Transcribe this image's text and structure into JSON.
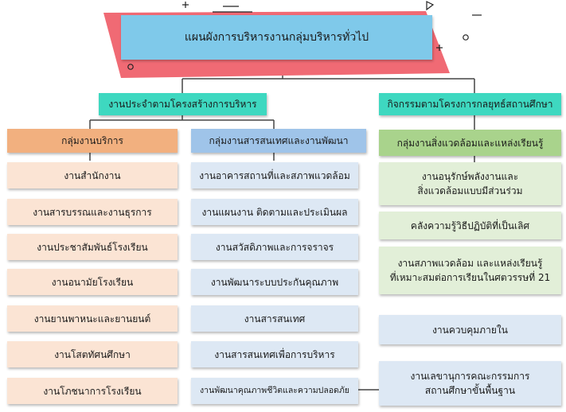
{
  "title": "แผนผังการบริหารงานกลุ่มบริหารทั่วไป",
  "branches": {
    "structure": "งานประจำตามโครงสร้างการบริหาร",
    "strategy": "กิจกรรมตามโครงการกลยุทธ์สถานศึกษา"
  },
  "groups": {
    "admin": {
      "header": "กลุ่มงานบริการ",
      "items": [
        "งานสำนักงาน",
        "งานสารบรรณและงานธุรการ",
        "งานประชาสัมพันธ์โรงเรียน",
        "งานอนามัยโรงเรียน",
        "งานยานพาหนะและยานยนต์",
        "งานโสตทัศนศึกษา",
        "งานโภชนาการโรงเรียน"
      ]
    },
    "info": {
      "header": "กลุ่มงานสารสนเทศและงานพัฒนา",
      "items": [
        "งานอาคารสถานที่และสภาพแวดล้อม",
        "งานแผนงาน ติดตามและประเมินผล",
        "งานสวัสดิภาพและการจราจร",
        "งานพัฒนาระบบประกันคุณภาพ",
        "งานสารสนเทศ",
        "งานสารสนเทศเพื่อการบริหาร",
        "งานพัฒนาคุณภาพชีวิตและความปลอดภัย"
      ]
    },
    "environment": {
      "header": "กลุ่มงานสิ่งแวดล้อมและแหล่งเรียนรู้",
      "items": [
        "งานอนุรักษ์พลังงานและ\nสิ่งแวดล้อมแบบมีส่วนร่วม",
        "คลังความรู้วิธีปฏิบัติที่เป็นเลิศ",
        "งานสภาพแวดล้อม และแหล่งเรียนรู้\nที่เหมาะสมต่อการเรียนในศตวรรษที่ 21"
      ]
    },
    "other": {
      "items": [
        "งานควบคุมภายใน",
        "งานเลขานุการคณะกรรมการ\nสถานศึกษาขั้นพื้นฐาน"
      ]
    }
  },
  "colors": {
    "teal": "#3ed8c0",
    "title_blue": "#7fc9ea",
    "title_red": "#f06a74",
    "orange": "#f2b07f",
    "blue": "#9fc4e9",
    "green": "#a9d38c",
    "peach": "#fbe4d4",
    "light_blue": "#dde8f4",
    "light_green": "#e2efd8"
  }
}
